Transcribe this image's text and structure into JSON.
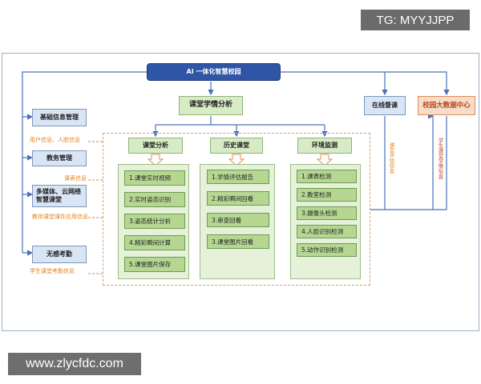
{
  "watermark_top": "TG: MYYJJPP",
  "watermark_bottom": "www.zlycfdc.com",
  "header": "AI 一体化智慧校园",
  "center_title": "课堂学情分析",
  "online_supervision": "在线督课",
  "bigdata_center": "校园大数据中心",
  "left_boxes": {
    "basic_info": "基础信息管理",
    "academic": "教务管理",
    "multimedia_line1": "多媒体、云网络",
    "multimedia_line2": "智慧课堂",
    "attendance": "无感考勤"
  },
  "left_labels": {
    "user_info": "用户信息、人脸信息",
    "course_info": "课表信息",
    "teacher_info": "教师课堂课件应用信息",
    "student_info": "学生课堂考勤信息"
  },
  "vertical_labels": {
    "eval_info": "课堂评估信息",
    "student_info": "学生课堂学情信息"
  },
  "columns": {
    "analysis": {
      "title": "课堂分析",
      "items": [
        "1.课堂实时视频",
        "2.实时姿态识别",
        "3.姿态统计分析",
        "4.精彩瞬间计算",
        "5.课堂图片保存"
      ]
    },
    "history": {
      "title": "历史课堂",
      "items": [
        "1.学情评估报告",
        "2.精彩瞬间回看",
        "3.审查回看",
        "3.课堂图片回看"
      ]
    },
    "environment": {
      "title": "环境监测",
      "items": [
        "1.课表检测",
        "2.教室检测",
        "3.摄像头检测",
        "4.人脸识别检测",
        "5.动作识别检测"
      ]
    }
  }
}
